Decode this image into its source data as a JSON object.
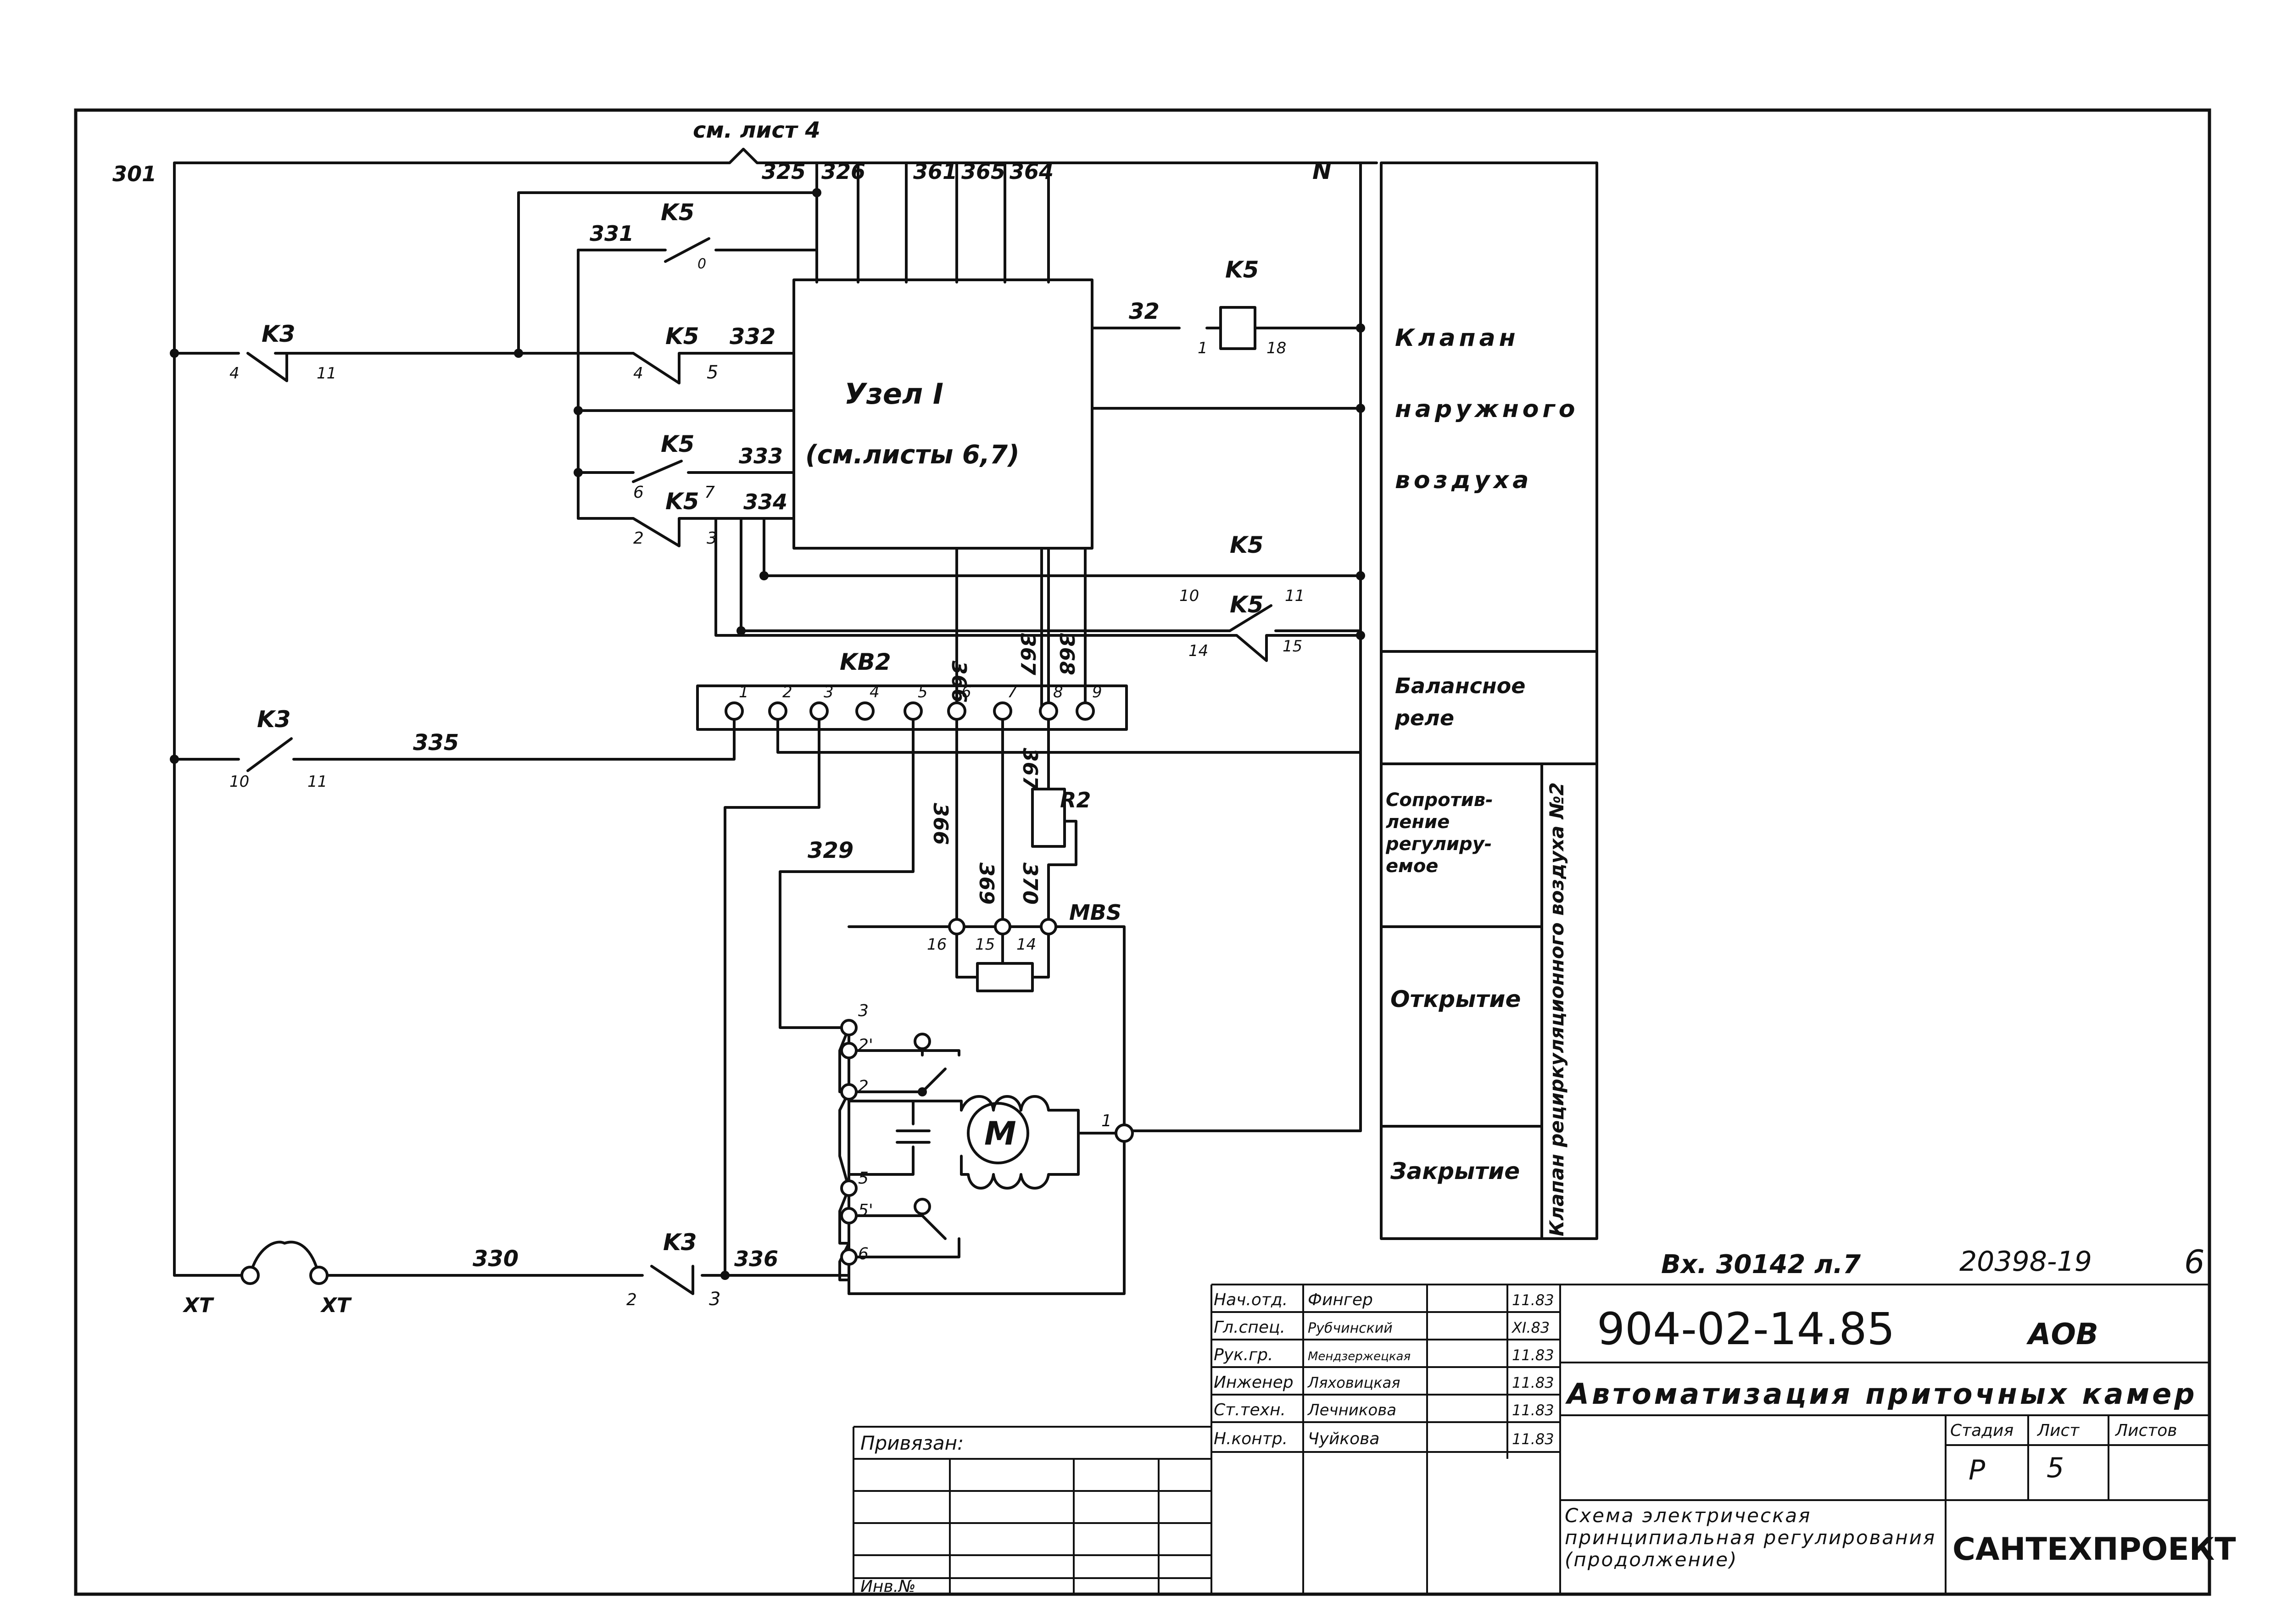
{
  "diagram": {
    "ref_sheet": "см. лист 4",
    "top_wires": [
      "301",
      "325",
      "326",
      "361",
      "365",
      "364",
      "N"
    ],
    "node_title": "Узел I",
    "node_ref": "(см.листы 6,7)",
    "wires": {
      "w331": "331",
      "w332": "332",
      "w333": "333",
      "w334": "334",
      "w32": "32",
      "w335": "335",
      "w329": "329",
      "w330": "330",
      "w336": "336",
      "w366a": "366",
      "w367": "367",
      "w368": "368",
      "w366b": "366",
      "w369": "369",
      "w370": "370",
      "w367b": "367"
    },
    "devices": {
      "k5_a": "K5",
      "k5_b": "K5",
      "k5_c": "K5",
      "k5_d": "K5",
      "k5_e": "K5",
      "k5_f": "K5",
      "k5_coil": "K5",
      "k3_a": "K3",
      "k3_b": "K3",
      "k3_c": "K3",
      "kb2": "KB2",
      "r2": "R2",
      "mbs": "MBS",
      "motor": "M",
      "xt1": "XT",
      "xt2": "XT"
    },
    "pins": {
      "k5a_0": "0",
      "k3a_l": "4",
      "k3a_r": "11",
      "k5b_4": "4",
      "k5b_5": "5",
      "k5c_6": "6",
      "k5c_7": "7",
      "k5d_2": "2",
      "k5d_3": "3",
      "coil_1": "1",
      "coil_18": "18",
      "k5e_10": "10",
      "k5e_11": "11",
      "k5f_14": "14",
      "k5f_15": "15",
      "k3b_10": "10",
      "k3b_11": "11",
      "k3c_2": "2",
      "k3c_3": "3",
      "m16": "16",
      "m15": "15",
      "m14": "14",
      "p3": "3",
      "p2a": "2'",
      "p2": "2",
      "p1": "1",
      "p5": "5",
      "p5a": "5'",
      "p6": "6"
    },
    "kb2_terminals": [
      "1",
      "2",
      "3",
      "4",
      "5",
      "6",
      "7",
      "8",
      "9"
    ]
  },
  "legend": {
    "valve_outdoor": "Клапан наружного воздуха",
    "balance_relay": "Балансное реле",
    "resistance": "Сопротив-ление регулиру-емое",
    "opening": "Открытие",
    "closing": "Закрытие",
    "recirc_valve": "Клапан рециркуляционного воздуха №2"
  },
  "title_block": {
    "stamp_left": "Вх. 30142 л.7",
    "stamp_code": "20398-19",
    "sheet_corner": "6",
    "doc_code": "904-02-14.85",
    "doc_suffix": "АОВ",
    "project_title": "Автоматизация приточных камер",
    "sheet_title": "Схема электрическая принципиальная регулирования (продолжение)",
    "org": "САНТЕХПРОЕКТ",
    "stage_label": "Стадия",
    "sheet_label": "Лист",
    "sheets_label": "Листов",
    "stage_value": "Р",
    "sheet_value": "5",
    "sheets_value": "",
    "attached_label": "Привязан:",
    "inv_label": "Инв.№",
    "signatures": [
      {
        "role": "Нач.отд.",
        "name": "Фингер",
        "date": "11.83"
      },
      {
        "role": "Гл.спец.",
        "name": "Рубчинский",
        "date": "XI.83"
      },
      {
        "role": "Рук.гр.",
        "name": "Мендзержецкая",
        "date": "11.83"
      },
      {
        "role": "Инженер",
        "name": "Ляховицкая",
        "date": "11.83"
      },
      {
        "role": "Ст.техн.",
        "name": "Лечникова",
        "date": "11.83"
      },
      {
        "role": "Н.контр.",
        "name": "Чуйкова",
        "date": "11.83"
      }
    ]
  }
}
